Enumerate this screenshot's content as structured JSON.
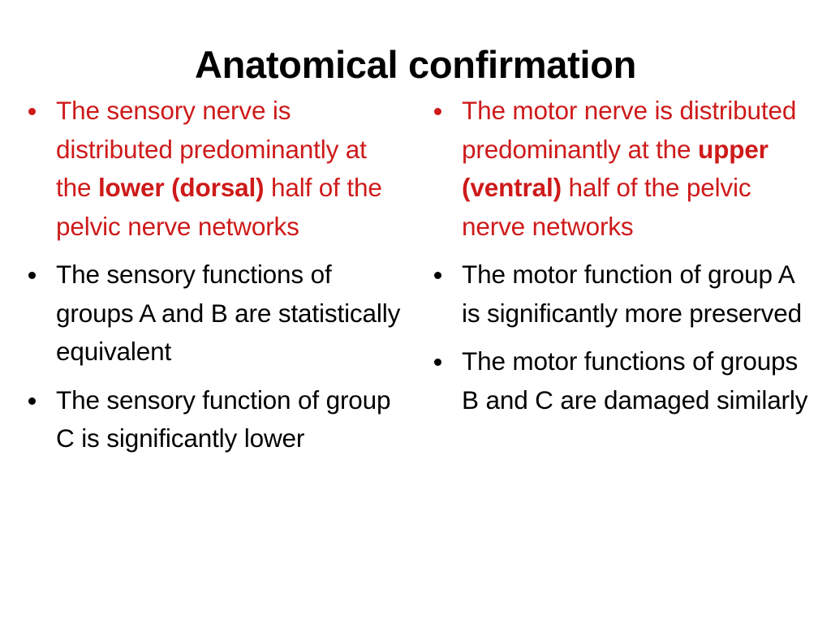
{
  "slide": {
    "title": "Anatomical confirmation",
    "background_color": "#FFFFFF",
    "title_color": "#000000",
    "accent_color": "#CE1A1A",
    "body_color": "#000000",
    "bullet_glyph": "•",
    "columns": [
      {
        "name": "sensory-column",
        "bullets": [
          {
            "color": "#CE1A1A",
            "runs": [
              {
                "text": "The sensory nerve is distributed predominantly at the ",
                "bold": false
              },
              {
                "text": "lower (dorsal)",
                "bold": true
              },
              {
                "text": " half of the pelvic nerve networks",
                "bold": false
              }
            ],
            "plain": "The sensory nerve is distributed predominantly at the lower (dorsal) half of the pelvic nerve networks"
          },
          {
            "color": "#000000",
            "runs": [
              {
                "text": "The sensory functions of groups A and B are statistically equivalent",
                "bold": false
              }
            ],
            "plain": "The sensory functions of groups A and B are statistically equivalent"
          },
          {
            "color": "#000000",
            "runs": [
              {
                "text": "The sensory function of group C is significantly lower",
                "bold": false
              }
            ],
            "plain": "The sensory function of group C is significantly lower"
          }
        ]
      },
      {
        "name": "motor-column",
        "bullets": [
          {
            "color": "#CE1A1A",
            "runs": [
              {
                "text": "The motor nerve is distributed predominantly at the ",
                "bold": false
              },
              {
                "text": "upper (ventral)",
                "bold": true
              },
              {
                "text": " half of the pelvic nerve networks",
                "bold": false
              }
            ],
            "plain": "The motor nerve is distributed predominantly at the upper (ventral) half of the pelvic nerve networks"
          },
          {
            "color": "#000000",
            "runs": [
              {
                "text": "The motor function of group A is significantly more preserved",
                "bold": false
              }
            ],
            "plain": "The motor function of group A is significantly more preserved"
          },
          {
            "color": "#000000",
            "runs": [
              {
                "text": "The motor functions of groups B and C are damaged similarly",
                "bold": false
              }
            ],
            "plain": "The motor functions of groups B and C are damaged similarly"
          }
        ]
      }
    ]
  }
}
